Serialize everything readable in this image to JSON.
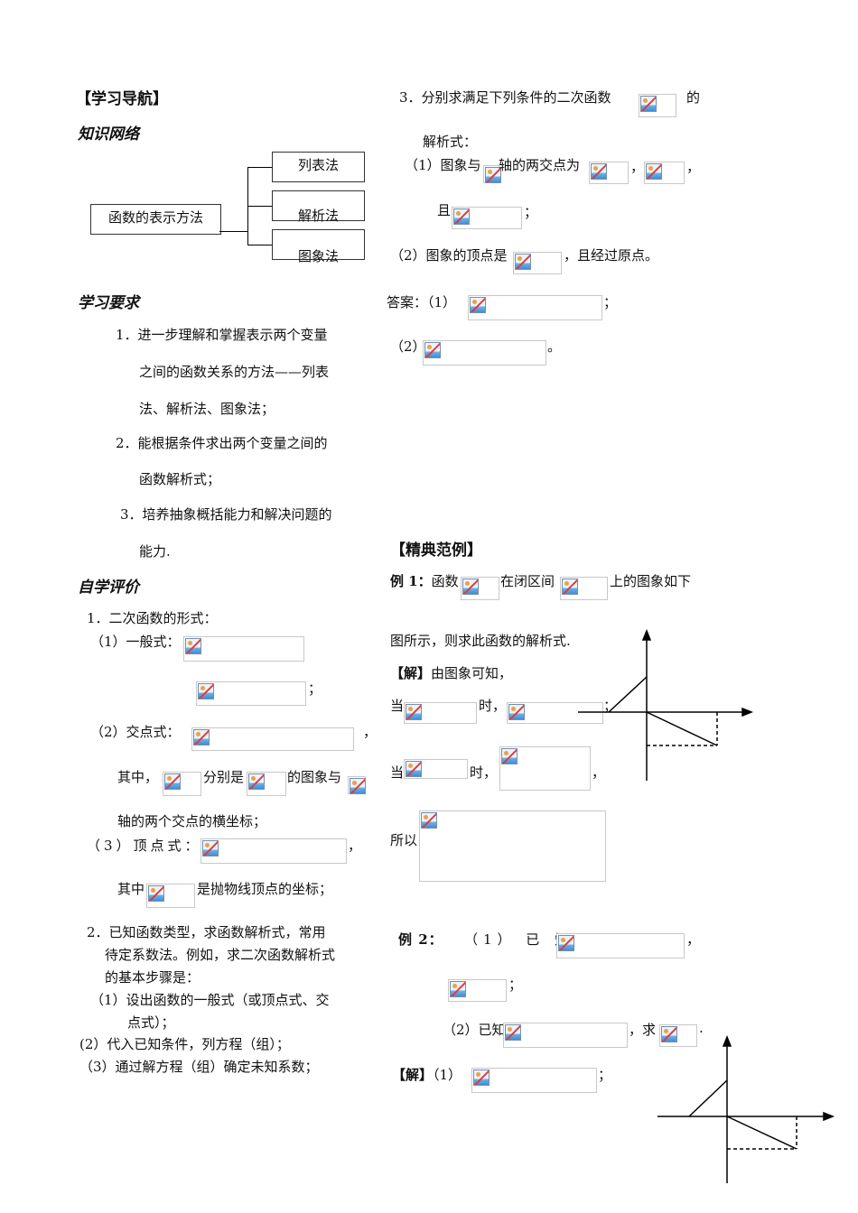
{
  "left": {
    "nav_heading": "【学习导航】",
    "knowledge_heading": "知识网络",
    "network": {
      "root": "函数的表示方法",
      "branches": [
        "列表法",
        "解析法",
        "图象法"
      ]
    },
    "req_heading": "学习要求",
    "req_lines": [
      "1．进一步理解和掌握表示两个变量",
      "之间的函数关系的方法——列表",
      "法、解析法、图象法；",
      "2．能根据条件求出两个变量之间的",
      "函数解析式；",
      "3．培养抽象概括能力和解决问题的",
      "能力."
    ],
    "self_heading": "自学评价",
    "q1_title": "1．二次函数的形式：",
    "q1_general": "（1）一般式：",
    "q1_semicolon": "；",
    "q1_intercept": "（2）交点式：",
    "comma": "，",
    "q1_where": "其中，",
    "q1_are": "分别是",
    "q1_graph_with": "的图象与",
    "q1_axis_text": "轴的两个交点的横坐标；",
    "q1_vertex": "（3）顶点式：",
    "q1_where2": "其中",
    "q1_vertex_coord": "是抛物线顶点的坐标；",
    "q2_lines": [
      "2．已知函数类型，求函数解析式，常用",
      "待定系数法。例如，求二次函数解析式",
      "的基本步骤是："
    ],
    "steps": [
      "（1）设出函数的一般式（或顶点式、交",
      "点式）；",
      "(2）代入已知条件，列方程（组）；",
      "（3）通过解方程（组）确定未知系数；"
    ]
  },
  "right": {
    "q3_a": "3．分别求满足下列条件的二次函数",
    "q3_b": "的",
    "q3_c": "解析式：",
    "q3_1a": "（1）图象与",
    "q3_1b": "轴的两交点为",
    "q3_and": "且",
    "q3_2a": "（2）图象的顶点是",
    "q3_2b": "，且经过原点。",
    "ans_label": "答案：（1）",
    "ans2_label": "（2）",
    "period": "。",
    "example_heading": "【精典范例】",
    "ex1_label": "例 1：",
    "ex1_a": "函数",
    "ex1_b": "在闭区间",
    "ex1_c": "上的图象如下",
    "ex1_d": "图所示，则求此函数的解析式.",
    "sol_label": "【解】",
    "sol_a": "由图象可知，",
    "when": "当",
    "shi": "时，",
    "semicolon": "；",
    "so": "所以",
    "ex2_label": "例 2：",
    "ex2_1": "（1） 已 知",
    "ex2_2": "（2）已知",
    "ex2_qiu": "，求",
    "dot": ".",
    "sol2_label": "【解】",
    "sol2_1": "（1）"
  }
}
